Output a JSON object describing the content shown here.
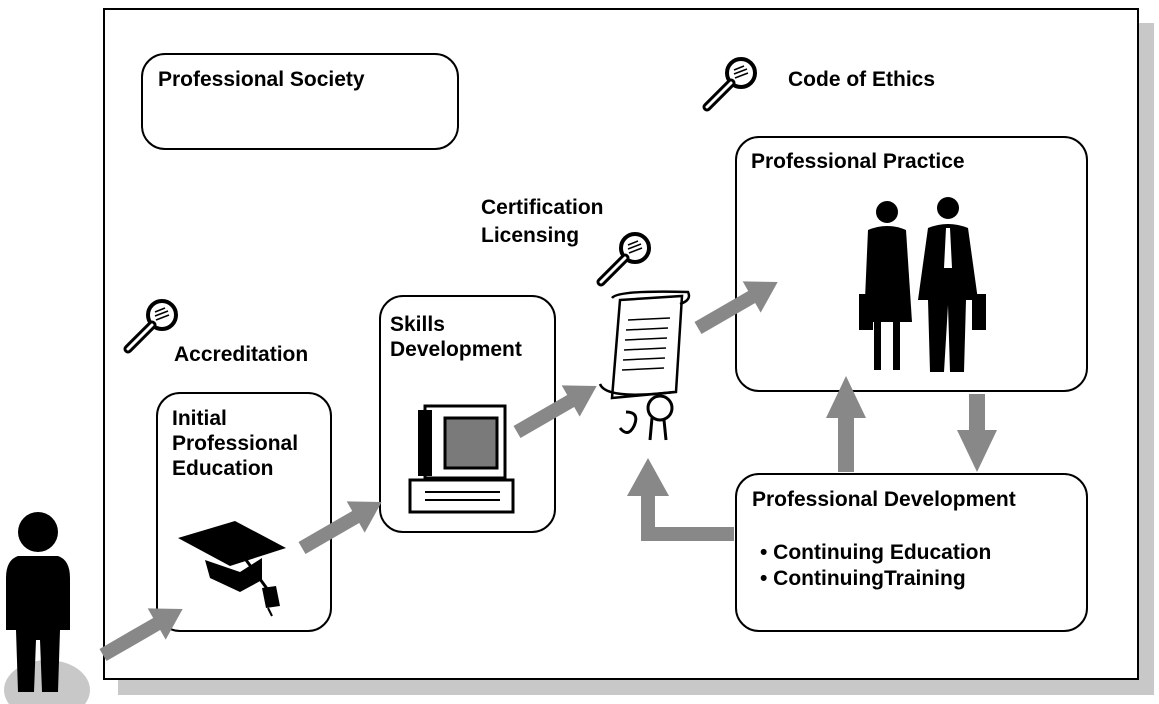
{
  "diagram": {
    "professional_society": "Professional Society",
    "code_of_ethics": "Code of Ethics",
    "professional_practice": "Professional Practice",
    "certification": "Certification",
    "licensing": "Licensing",
    "accreditation": "Accreditation",
    "skills_development": "Skills\nDevelopment",
    "initial_professional_education": "Initial\nProfessional\nEducation",
    "professional_development": "Professional Development",
    "bullets": [
      "• Continuing Education",
      "• ContinuingTraining"
    ]
  },
  "colors": {
    "arrow": "#888888",
    "border": "#000000",
    "shadow": "#c8c8c8",
    "ground": "#c8c8c8"
  },
  "icons": [
    "magnifier-icon",
    "graduation-cap-icon",
    "computer-icon",
    "certificate-scroll-icon",
    "business-people-icon",
    "person-icon"
  ]
}
